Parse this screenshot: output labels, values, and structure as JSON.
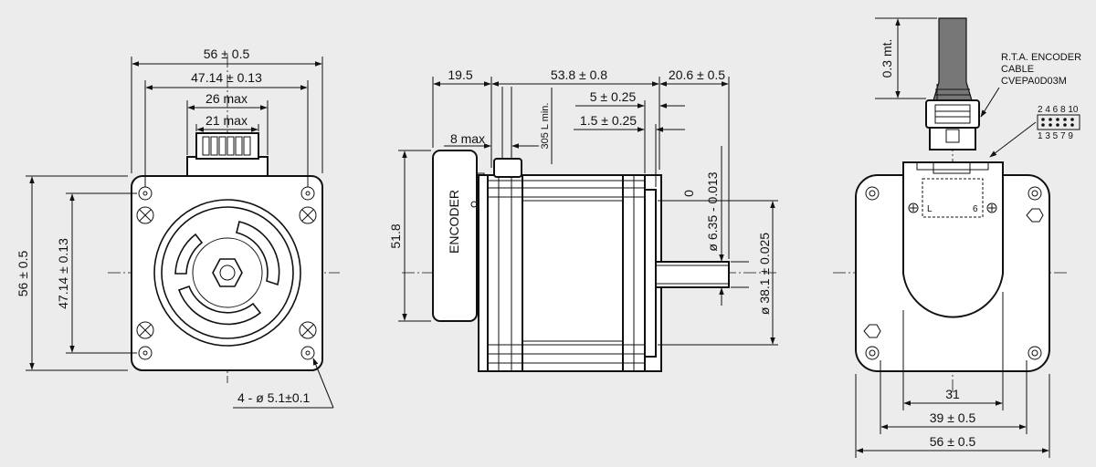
{
  "front_view": {
    "dim_overall_width": "56 ± 0.5",
    "dim_hole_spacing_width": "47.14 ± 0.13",
    "dim_connector_max": "26 max",
    "dim_connector_inner_max": "21 max",
    "dim_overall_height": "56 ± 0.5",
    "dim_hole_spacing_height": "47.14 ± 0.13",
    "dim_mounting_holes": "4 - ø 5.1±0.1"
  },
  "side_view": {
    "dim_encoder_length": "19.5",
    "dim_body_length": "53.8 ± 0.8",
    "dim_shaft_length": "20.6 ± 0.5",
    "dim_lead_offset": "8 max",
    "dim_lead_length": "305 L min.",
    "dim_flange_a": "5 ± 0.25",
    "dim_flange_b": "1.5 ± 0.25",
    "dim_encoder_height": "51.8",
    "shaft_tol_upper": "0",
    "shaft_diameter": "ø 6.35 - 0.013",
    "dim_pilot_diameter": "ø 38.1 ± 0.025",
    "encoder_label": "ENCODER"
  },
  "rear_view": {
    "dim_cable_length": "0.3 mt.",
    "cable_label_line1": "R.T.A. ENCODER",
    "cable_label_line2": "CABLE",
    "cable_label_line3": "CVEPA0D03M",
    "pins_even": "2 4 6 8 10",
    "pins_odd": "1 3 5 7 9",
    "pcb_left_mark": "L",
    "pcb_right_mark": "6",
    "dim_board_width": "31",
    "dim_hole_spacing": "39 ± 0.5",
    "dim_overall_width": "56 ± 0.5"
  }
}
